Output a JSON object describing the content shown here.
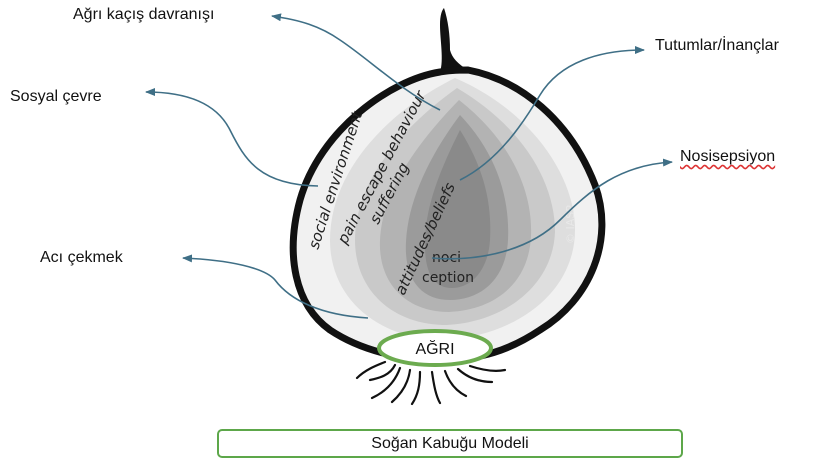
{
  "labels": {
    "pain_escape_tr": "Ağrı kaçış davranışı",
    "social_env_tr": "Sosyal çevre",
    "suffering_tr": "Acı çekmek",
    "attitudes_tr": "Tutumlar/İnançlar",
    "nociception_tr": "Nosisepsiyon"
  },
  "layers": {
    "social": "social environment",
    "pain_escape": "pain escape behaviour",
    "suffering": "suffering",
    "attitudes": "attitudes/beliefs",
    "noci_1": "noci",
    "noci_2": "ception"
  },
  "core_label": "AĞRI",
  "watermark": "© IASP",
  "caption": "Soğan Kabuğu Modeli",
  "colors": {
    "arrow": "#3f6f86",
    "core_border": "#6cab4f",
    "caption_border": "#5da74a",
    "onion_outline": "#111111"
  }
}
